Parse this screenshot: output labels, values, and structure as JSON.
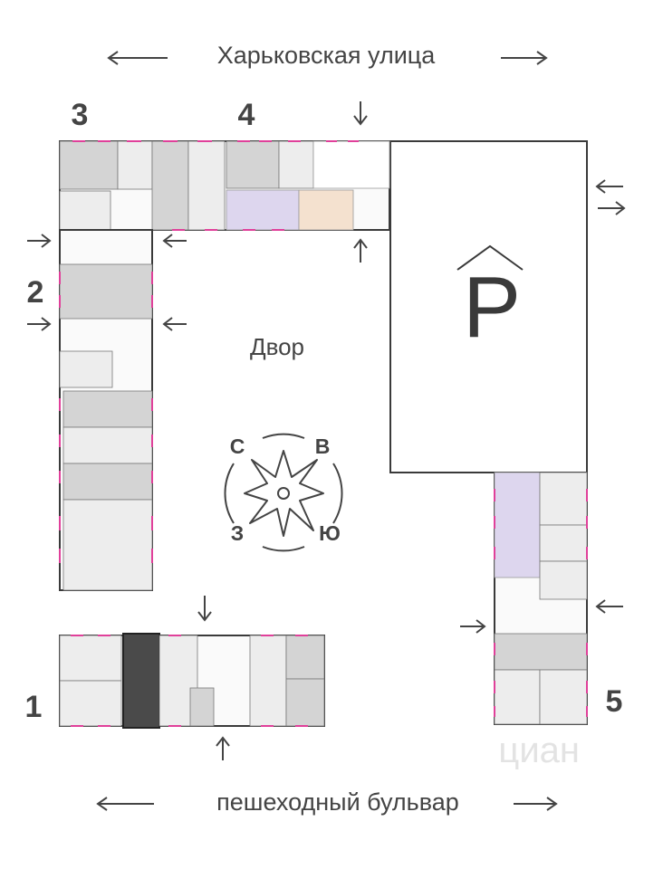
{
  "streets": {
    "top": "Харьковская улица",
    "bottom": "пешеходный бульвар"
  },
  "yard_label": "Двор",
  "parking_label": "P",
  "sections": [
    "1",
    "2",
    "3",
    "4",
    "5"
  ],
  "compass": {
    "north": "С",
    "east": "В",
    "west": "З",
    "south": "Ю"
  },
  "colors": {
    "wall": "#3a3a3a",
    "window": "#e0409a",
    "room_gray": "#d4d4d4",
    "room_light": "#ededed",
    "highlight": "#4a4a4a",
    "lilac": "#ddd6ee",
    "peach": "#f4e1cf"
  },
  "watermark": "циан"
}
